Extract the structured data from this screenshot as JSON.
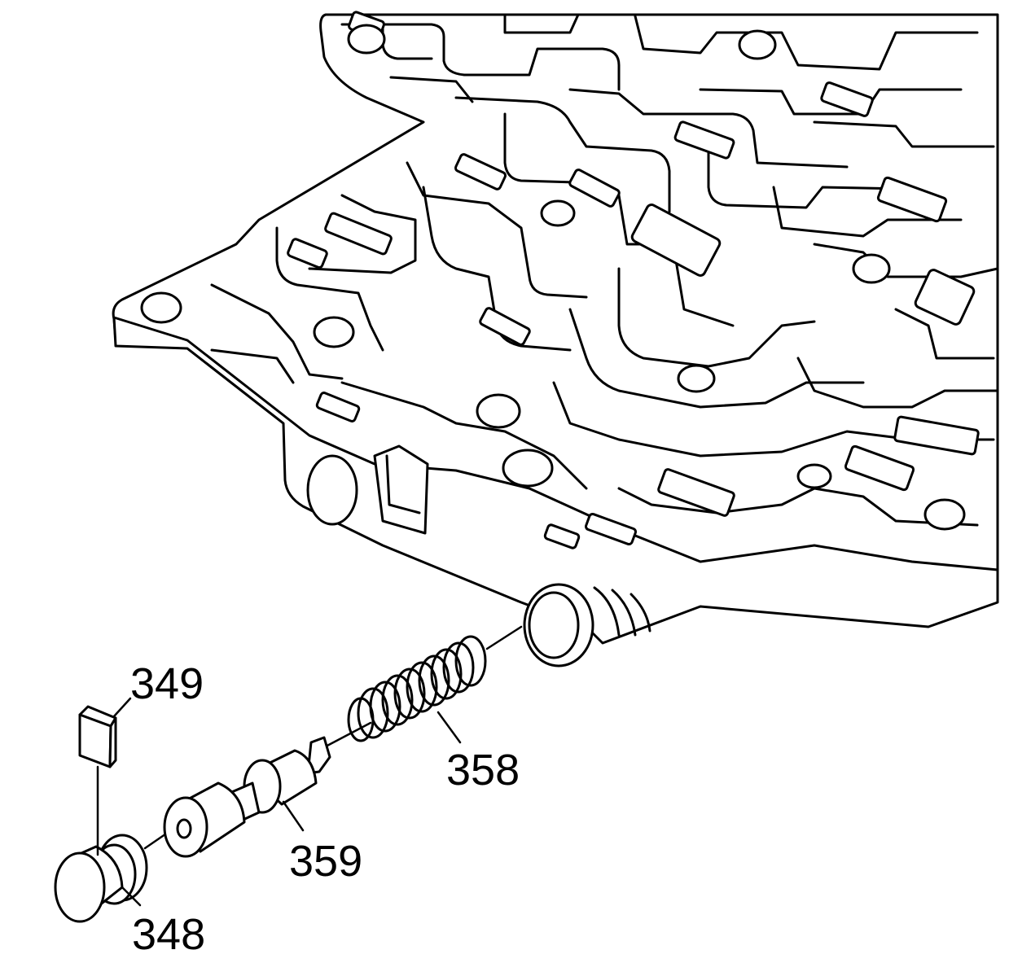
{
  "callouts": {
    "c349": "349",
    "c358": "358",
    "c359": "359",
    "c348": "348"
  },
  "colors": {
    "line": "#000000",
    "background": "#ffffff"
  }
}
